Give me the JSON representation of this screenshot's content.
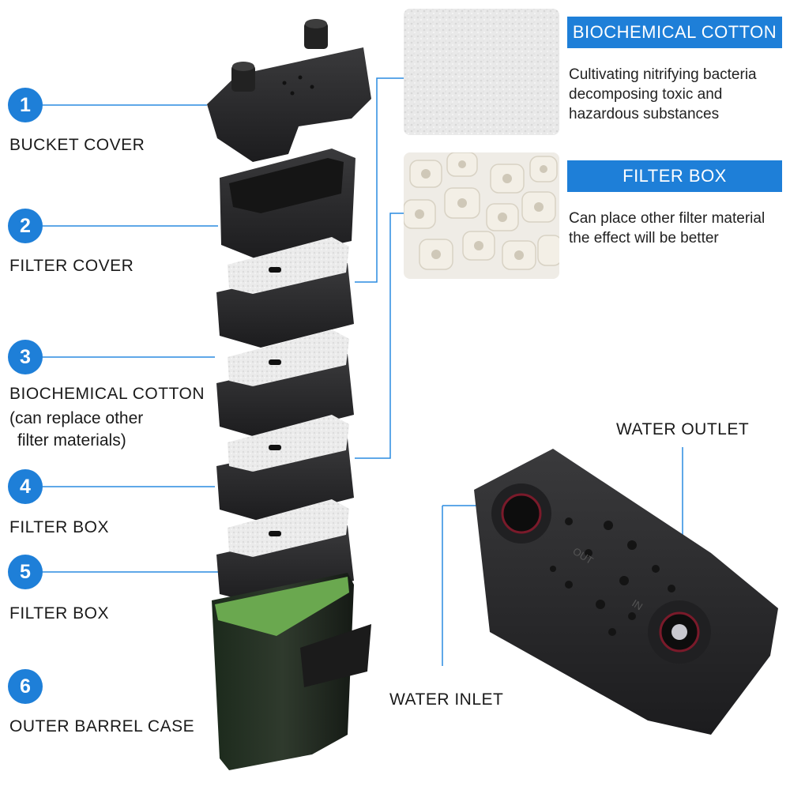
{
  "parts": [
    {
      "number": "1",
      "label": "BUCKET COVER"
    },
    {
      "number": "2",
      "label": "FILTER COVER"
    },
    {
      "number": "3",
      "label": "BIOCHEMICAL COTTON",
      "note_line1": "(can replace other",
      "note_line2": "filter materials)"
    },
    {
      "number": "4",
      "label": "FILTER BOX"
    },
    {
      "number": "5",
      "label": "FILTER BOX"
    },
    {
      "number": "6",
      "label": "OUTER BARREL CASE"
    }
  ],
  "materials": [
    {
      "title": "BIOCHEMICAL COTTON",
      "desc": [
        "Cultivating nitrifying bacteria",
        "decomposing toxic and",
        "hazardous substances"
      ]
    },
    {
      "title": "FILTER BOX",
      "desc": [
        "Can place other filter material",
        "the effect will be better"
      ]
    }
  ],
  "callouts": {
    "water_outlet": "WATER OUTLET",
    "water_inlet": "WATER INLET",
    "lid_out": "OUT",
    "lid_in": "IN"
  },
  "colors": {
    "accent": "#1e7fd8",
    "product": "#2b2b2d",
    "cotton": "#f4f4f4",
    "barrel_rim": "#6aa84f"
  }
}
